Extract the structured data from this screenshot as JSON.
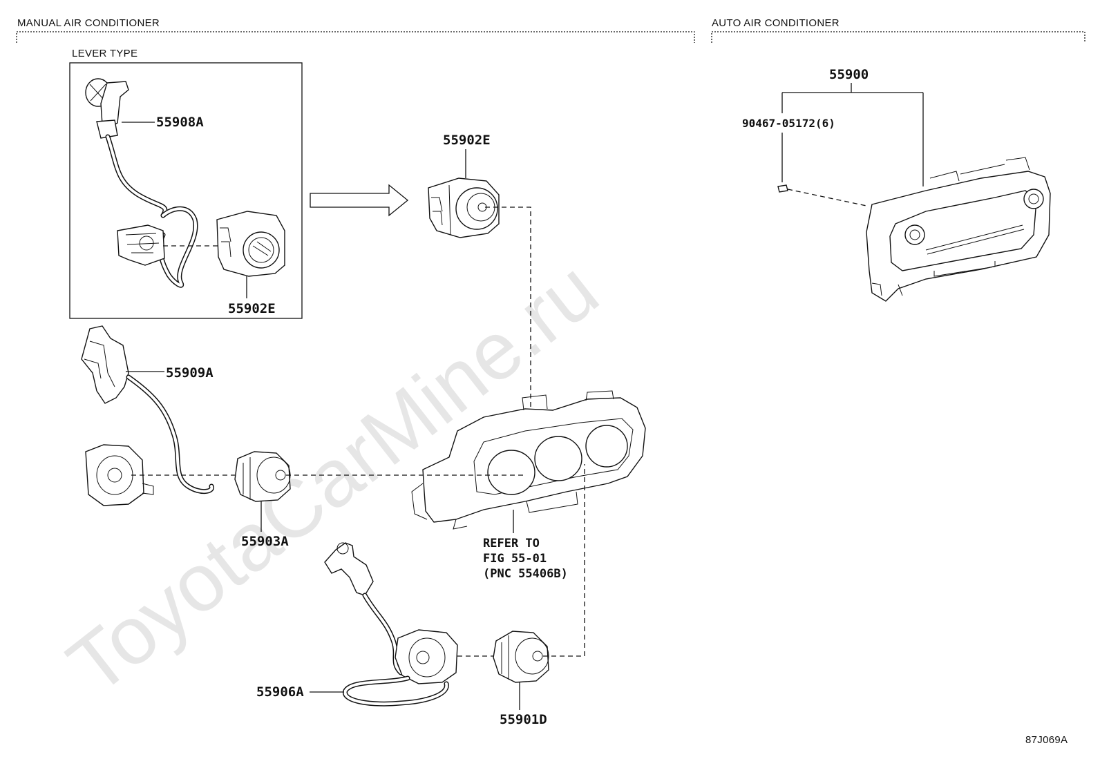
{
  "sections": {
    "manual": "MANUAL AIR CONDITIONER",
    "auto": "AUTO AIR CONDITIONER",
    "lever_type": "LEVER TYPE"
  },
  "watermark": "ToyotaCarMine.ru",
  "parts": {
    "p55908A": "55908A",
    "p55902E_box": "55902E",
    "p55902E_top": "55902E",
    "p55909A": "55909A",
    "p55903A": "55903A",
    "p55906A": "55906A",
    "p55901D": "55901D",
    "p55900": "55900",
    "p90467": "90467-05172(6)"
  },
  "refer_note": {
    "line1": "REFER TO",
    "line2": "FIG 55-01",
    "line3": "(PNC 55406B)"
  },
  "figure_code": "87J069A"
}
